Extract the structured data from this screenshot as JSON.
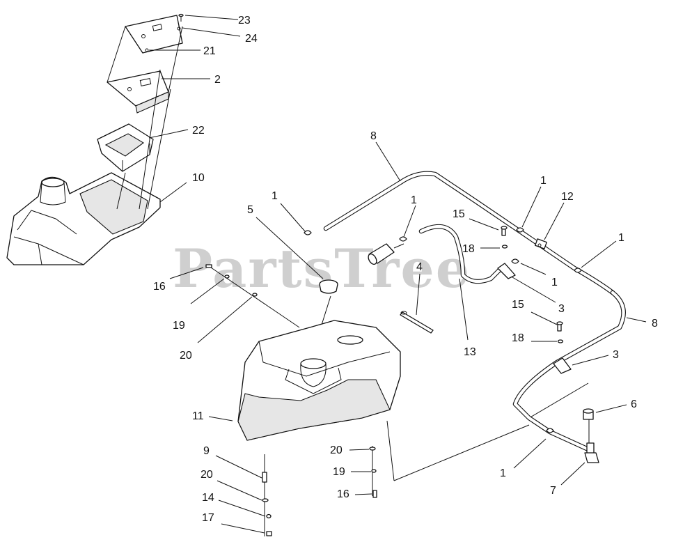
{
  "watermark": "PartsTree",
  "callouts": [
    {
      "id": "c23a",
      "text": "23"
    },
    {
      "id": "c24",
      "text": "24"
    },
    {
      "id": "c21",
      "text": "21"
    },
    {
      "id": "c2",
      "text": "2"
    },
    {
      "id": "c22",
      "text": "22"
    },
    {
      "id": "c10",
      "text": "10"
    },
    {
      "id": "c8a",
      "text": "8"
    },
    {
      "id": "c1a",
      "text": "1"
    },
    {
      "id": "c1b",
      "text": "1"
    },
    {
      "id": "c1c",
      "text": "1"
    },
    {
      "id": "c12",
      "text": "12"
    },
    {
      "id": "c1d",
      "text": "1"
    },
    {
      "id": "c5",
      "text": "5"
    },
    {
      "id": "c15a",
      "text": "15"
    },
    {
      "id": "c18a",
      "text": "18"
    },
    {
      "id": "c4",
      "text": "4"
    },
    {
      "id": "c1e",
      "text": "1"
    },
    {
      "id": "c3a",
      "text": "3"
    },
    {
      "id": "c16a",
      "text": "16"
    },
    {
      "id": "c19a",
      "text": "19"
    },
    {
      "id": "c20a",
      "text": "20"
    },
    {
      "id": "c13",
      "text": "13"
    },
    {
      "id": "c15b",
      "text": "15"
    },
    {
      "id": "c18b",
      "text": "18"
    },
    {
      "id": "c8b",
      "text": "8"
    },
    {
      "id": "c3b",
      "text": "3"
    },
    {
      "id": "c6",
      "text": "6"
    },
    {
      "id": "c11",
      "text": "11"
    },
    {
      "id": "c9",
      "text": "9"
    },
    {
      "id": "c20b",
      "text": "20"
    },
    {
      "id": "c19b",
      "text": "19"
    },
    {
      "id": "c16b",
      "text": "16"
    },
    {
      "id": "c20c",
      "text": "20"
    },
    {
      "id": "c14",
      "text": "14"
    },
    {
      "id": "c17",
      "text": "17"
    },
    {
      "id": "c1f",
      "text": "1"
    },
    {
      "id": "c7",
      "text": "7"
    }
  ]
}
